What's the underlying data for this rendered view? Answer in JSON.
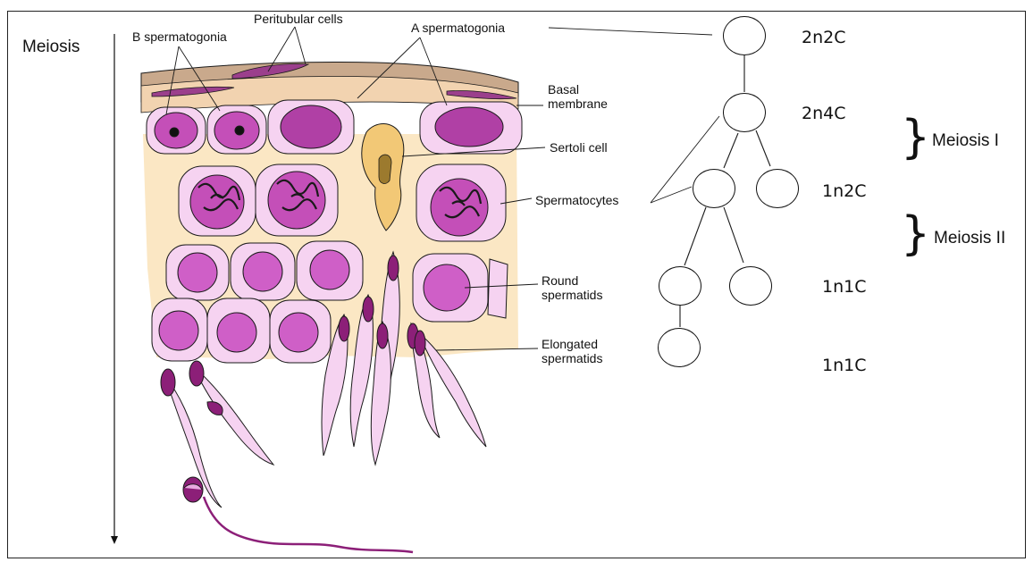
{
  "title": "Meiosis",
  "labels": {
    "b_spermatogonia": "B spermatogonia",
    "peritubular_cells": "Peritubular cells",
    "a_spermatogonia": "A spermatogonia",
    "basal_membrane": "Basal\nmembrane",
    "sertoli_cell": "Sertoli cell",
    "spermatocytes": "Spermatocytes",
    "round_spermatids": "Round\nspermatids",
    "elongated_spermatids": "Elongated\nspermatids"
  },
  "ploidy": [
    "2n2C",
    "2n4C",
    "1n2C",
    "1n1C",
    "1n1C"
  ],
  "phases": [
    "Meiosis I",
    "Meiosis II"
  ],
  "colors": {
    "nucleus_magenta": "#c44fb8",
    "cytoplasm_pink": "#f6d3f1",
    "sertoli_beige": "#fbe7c4",
    "sperm_purple": "#8c1f78",
    "outline": "#1a1a1a"
  }
}
